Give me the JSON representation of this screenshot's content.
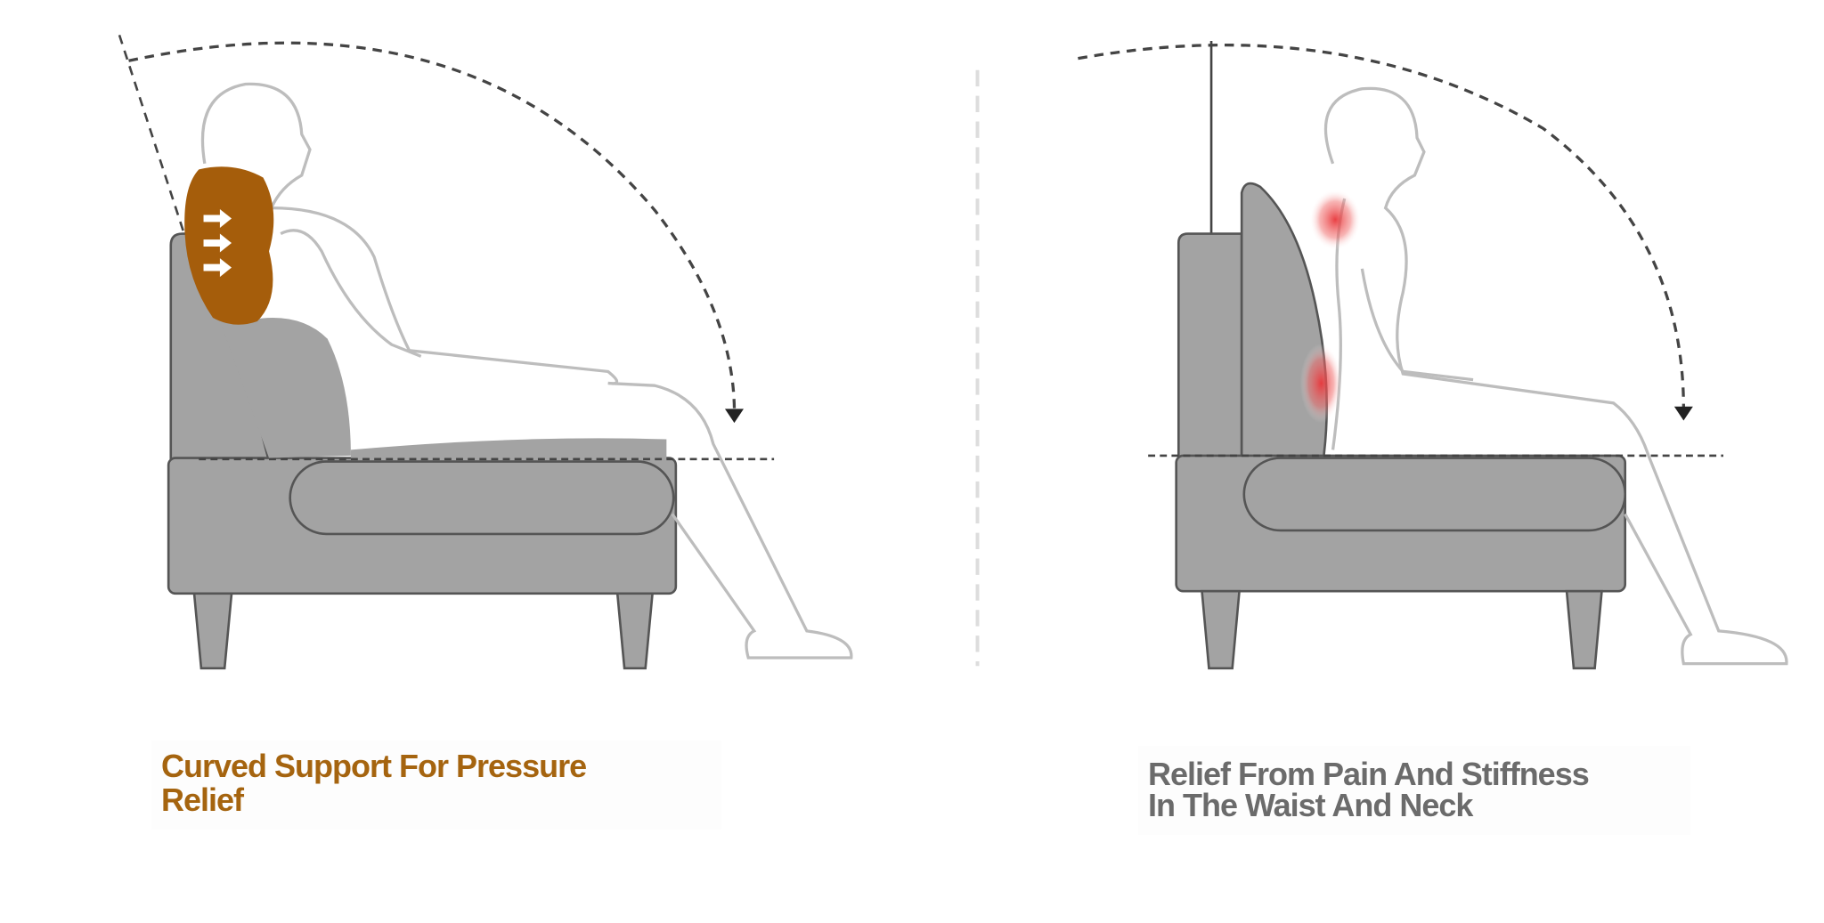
{
  "left_panel": {
    "caption_lines": [
      "Curved Support For Pressure",
      "Relief"
    ],
    "caption_color": "#a5640f",
    "cushion_color": "#a55d0b",
    "icon": "pressure-arrows"
  },
  "right_panel": {
    "caption_lines": [
      "Relief From Pain And Stiffness",
      "In The Waist And Neck"
    ],
    "caption_color": "#6b6b6b",
    "pain_color": "#e8363a"
  },
  "colors": {
    "sofa": "#a3a3a3",
    "outline": "#555555",
    "figure": "#bdbdbd"
  }
}
